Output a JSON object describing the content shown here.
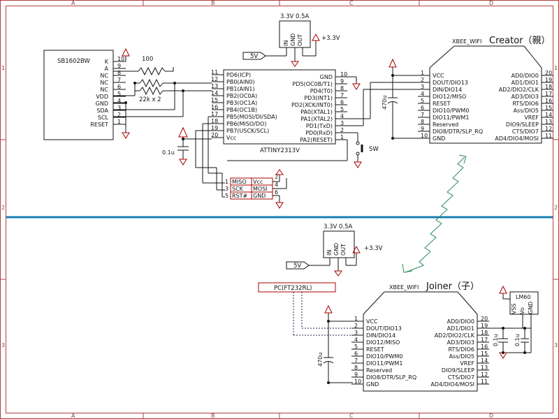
{
  "frame": {
    "cols": [
      "A",
      "B",
      "C",
      "D"
    ],
    "rows": [
      "1",
      "2",
      "3"
    ]
  },
  "lcd": {
    "name": "SB1602BW",
    "pins": [
      {
        "num": "10",
        "label": "K"
      },
      {
        "num": "9",
        "label": "A"
      },
      {
        "num": "8",
        "label": "NC"
      },
      {
        "num": "7",
        "label": "NC"
      },
      {
        "num": "6",
        "label": "NC"
      },
      {
        "num": "5",
        "label": "VDD"
      },
      {
        "num": "4",
        "label": "GND"
      },
      {
        "num": "3",
        "label": "SDA"
      },
      {
        "num": "2",
        "label": "SCL"
      },
      {
        "num": "1",
        "label": "RESET"
      }
    ]
  },
  "resistors": {
    "r1": "100",
    "r2": "22k x 2"
  },
  "reg_top": {
    "title": "3.3V 0.5A",
    "pins": [
      "IN",
      "GND",
      "OUT"
    ],
    "in_label": "5V",
    "out_label": "+3.3V"
  },
  "reg_bottom": {
    "title": "3.3V 0.5A",
    "pins": [
      "IN",
      "GND",
      "OUT"
    ],
    "in_label": "5V",
    "out_label": "+3.3V"
  },
  "mcu": {
    "name": "ATTINY2313V",
    "left": [
      {
        "num": "11",
        "label": "PD6(ICP)"
      },
      {
        "num": "12",
        "label": "PB0(AIN0)"
      },
      {
        "num": "13",
        "label": "PB1(AIN1)"
      },
      {
        "num": "14",
        "label": "PB2(OC0A)"
      },
      {
        "num": "15",
        "label": "PB3(OC1A)"
      },
      {
        "num": "16",
        "label": "PB4(OC1B)"
      },
      {
        "num": "17",
        "label": "PB5(MOSI/DI/SDA)"
      },
      {
        "num": "18",
        "label": "PB6(MISO/DO)"
      },
      {
        "num": "19",
        "label": "PB7(USCK/SCL)"
      },
      {
        "num": "20",
        "label": "Vcc"
      }
    ],
    "right": [
      {
        "num": "10",
        "label": "GND"
      },
      {
        "num": "9",
        "label": "PD5(OC0B/T1)"
      },
      {
        "num": "8",
        "label": "PD4(T0)"
      },
      {
        "num": "7",
        "label": "PD3(INT1)"
      },
      {
        "num": "6",
        "label": "PD2(XCK/INT0)"
      },
      {
        "num": "5",
        "label": "PA0(XTAL1)"
      },
      {
        "num": "4",
        "label": "PA1(XTAL2)"
      },
      {
        "num": "3",
        "label": "PD1(TxD)"
      },
      {
        "num": "2",
        "label": "PD0(RxD)"
      },
      {
        "num": "1",
        "label": "PA2(RESET)"
      }
    ]
  },
  "cap_mcu": "0.1u",
  "switch_label": "SW",
  "isp": {
    "cells": [
      [
        "MISO",
        "Vcc"
      ],
      [
        "SCK",
        "MOSI"
      ],
      [
        "RST#",
        "GND"
      ]
    ],
    "left_nums": [
      "1",
      "3",
      "5"
    ],
    "right_nums": [
      "2",
      "4",
      "6"
    ]
  },
  "xbee_top": {
    "model": "XBEE_WIFI",
    "role": "Creator（親）",
    "cap": "470u",
    "left": [
      {
        "num": "1",
        "label": "VCC"
      },
      {
        "num": "2",
        "label": "DOUT/DIO13"
      },
      {
        "num": "3",
        "label": "DIN/DIO14"
      },
      {
        "num": "4",
        "label": "DIO12/MISO"
      },
      {
        "num": "5",
        "label": "RESET"
      },
      {
        "num": "6",
        "label": "DIO10/PWM0"
      },
      {
        "num": "7",
        "label": "DIO11/PWM1"
      },
      {
        "num": "8",
        "label": "Reserved"
      },
      {
        "num": "9",
        "label": "DIO8/DTR/SLP_RQ"
      },
      {
        "num": "10",
        "label": "GND"
      }
    ],
    "right": [
      {
        "num": "20",
        "label": "AD0/DIO0"
      },
      {
        "num": "19",
        "label": "AD1/DIO1"
      },
      {
        "num": "18",
        "label": "AD2/DIO2/CLK"
      },
      {
        "num": "17",
        "label": "AD3/DIO3"
      },
      {
        "num": "16",
        "label": "RTS/DIO6"
      },
      {
        "num": "15",
        "label": "Ass/DIO5"
      },
      {
        "num": "14",
        "label": "VREF"
      },
      {
        "num": "13",
        "label": "DIO9/SLEEP"
      },
      {
        "num": "12",
        "label": "CTS/DIO7"
      },
      {
        "num": "11",
        "label": "AD4/DIO4/MOSI"
      }
    ]
  },
  "xbee_bottom": {
    "model": "XBEE_WIFI",
    "role": "Joiner（子）",
    "cap": "470u",
    "left": [
      {
        "num": "1",
        "label": "VCC"
      },
      {
        "num": "2",
        "label": "DOUT/DIO13"
      },
      {
        "num": "3",
        "label": "DIN/DIO14"
      },
      {
        "num": "4",
        "label": "DIO12/MISO"
      },
      {
        "num": "5",
        "label": "RESET"
      },
      {
        "num": "6",
        "label": "DIO10/PWM0"
      },
      {
        "num": "7",
        "label": "DIO11/PWM1"
      },
      {
        "num": "8",
        "label": "Reserved"
      },
      {
        "num": "9",
        "label": "DIO8/DTR/SLP_RQ"
      },
      {
        "num": "10",
        "label": "GND"
      }
    ],
    "right": [
      {
        "num": "20",
        "label": "AD0/DIO0"
      },
      {
        "num": "19",
        "label": "AD1/DIO1"
      },
      {
        "num": "18",
        "label": "AD2/DIO2/CLK"
      },
      {
        "num": "17",
        "label": "AD3/DIO3"
      },
      {
        "num": "16",
        "label": "RTS/DIO6"
      },
      {
        "num": "15",
        "label": "Ass/DIO5"
      },
      {
        "num": "14",
        "label": "VREF"
      },
      {
        "num": "13",
        "label": "DIO9/SLEEP"
      },
      {
        "num": "12",
        "label": "CTS/DIO7"
      },
      {
        "num": "11",
        "label": "AD4/DIO4/MOSI"
      }
    ]
  },
  "pc_label": "PC(FT232RL)",
  "lm60": {
    "name": "LM60",
    "pins": [
      "VSS",
      "Vo",
      "GND"
    ],
    "cap1": "0.1u",
    "cap2": "0.1u"
  }
}
